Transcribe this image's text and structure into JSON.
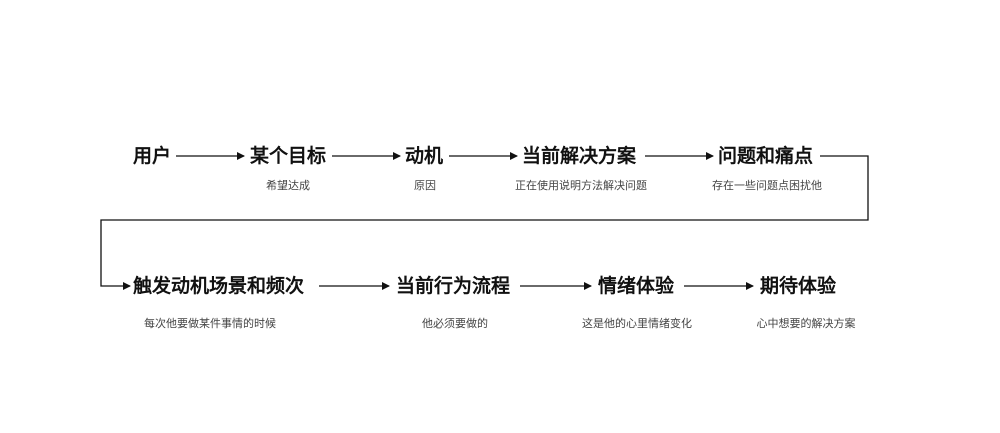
{
  "row1": [
    {
      "title": "用户",
      "desc": ""
    },
    {
      "title": "某个目标",
      "desc": "希望达成"
    },
    {
      "title": "动机",
      "desc": "原因"
    },
    {
      "title": "当前解决方案",
      "desc": "正在使用说明方法解决问题"
    },
    {
      "title": "问题和痛点",
      "desc": "存在一些问题点困扰他"
    }
  ],
  "row2": [
    {
      "title": "触发动机场景和频次",
      "desc": "每次他要做某件事情的时候"
    },
    {
      "title": "当前行为流程",
      "desc": "他必须要做的"
    },
    {
      "title": "情绪体验",
      "desc": "这是他的心里情绪变化"
    },
    {
      "title": "期待体验",
      "desc": "心中想要的解决方案"
    }
  ]
}
